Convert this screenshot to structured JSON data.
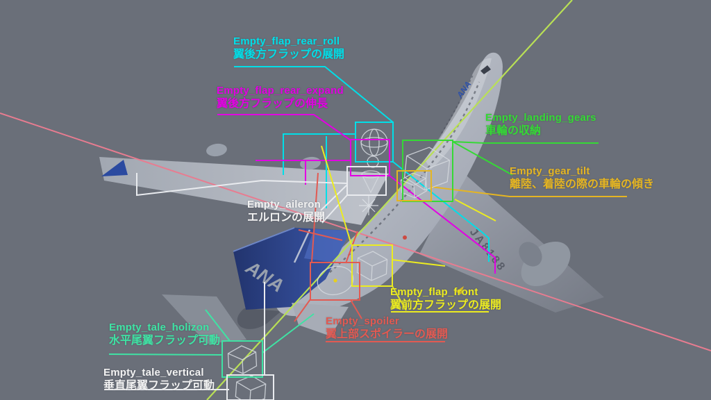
{
  "scene": {
    "description_type": "3d-viewport-annotation-diagram",
    "background_color": "#6a6f79"
  },
  "aircraft": {
    "registration": "JA8188",
    "tail_logo": "ANA",
    "fuselage_logo": "ANA"
  },
  "palette": {
    "cyan": "#00dfe8",
    "magenta": "#e300e3",
    "green": "#35d935",
    "gold": "#e5b522",
    "yellow": "#ecec20",
    "red": "#e25a52",
    "teal": "#3fe3a4",
    "white": "#f2f2f2",
    "long_line_pink": "#e87c90",
    "long_line_yellowgreen": "#b9e055"
  },
  "annotations": {
    "flap_rear_roll": {
      "en": "Empty_flap_rear_roll",
      "jp": "翼後方フラップの展開",
      "color": "#00dfe8"
    },
    "flap_rear_expand": {
      "en": "Empty_flap_rear_expand",
      "jp": "翼後方フラップの伸長",
      "color": "#e300e3"
    },
    "landing_gears": {
      "en": "Empty_landing_gears",
      "jp": "車輪の収納",
      "color": "#35d935"
    },
    "gear_tilt": {
      "en": "Empty_gear_tilt",
      "jp": "離陸、着陸の際の車輪の傾き",
      "color": "#e5b522"
    },
    "aileron": {
      "en": "Empty_aileron",
      "jp": "エルロンの展開",
      "color": "#f2f2f2"
    },
    "flap_front": {
      "en": "Empty_flap_front",
      "jp": "翼前方フラップの展開",
      "color": "#ecec20"
    },
    "spoiler": {
      "en": "Empty_spoiler",
      "jp": "翼上部スポイラーの展開",
      "color": "#e25a52"
    },
    "tale_holizon": {
      "en": "Empty_tale_holizon",
      "jp": "水平尾翼フラップ可動",
      "color": "#3fe3a4"
    },
    "tale_vertical": {
      "en": "Empty_tale_vertical",
      "jp": "垂直尾翼フラップ可動",
      "color": "#f2f2f2"
    }
  }
}
